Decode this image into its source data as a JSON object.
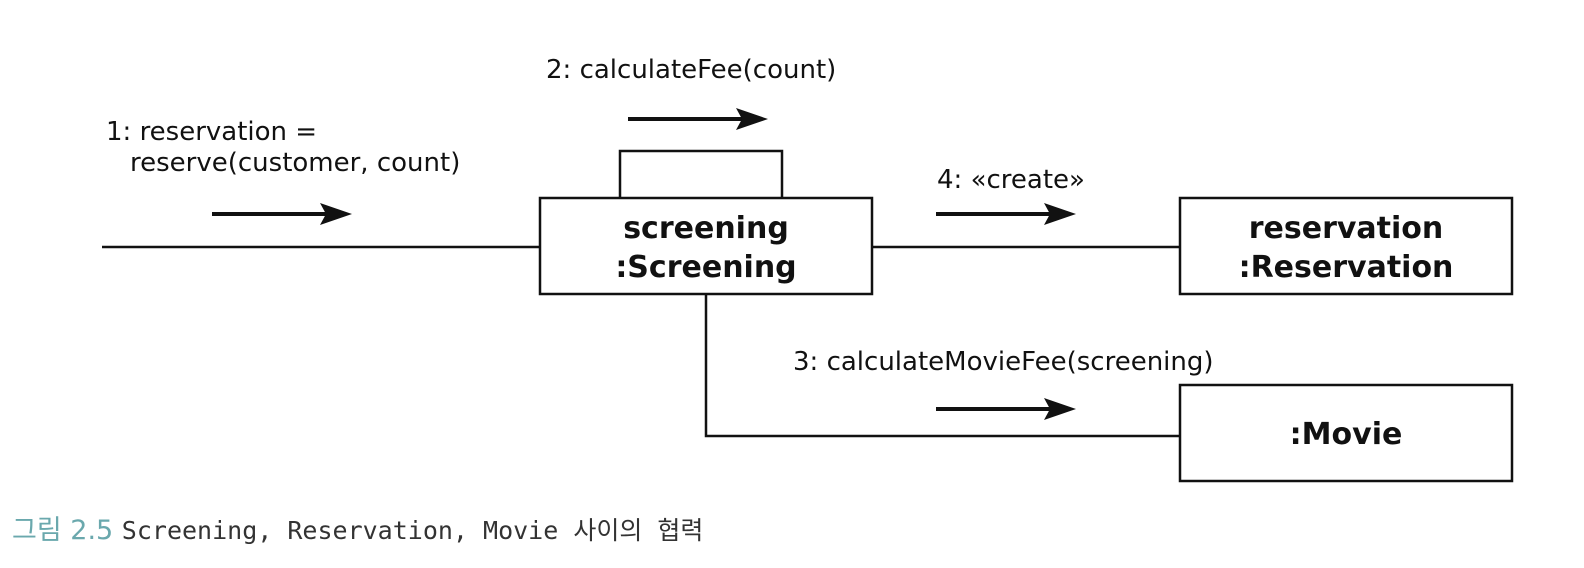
{
  "objects": {
    "screening": {
      "line1": "screening",
      "line2": ":Screening"
    },
    "reservation": {
      "line1": "reservation",
      "line2": ":Reservation"
    },
    "movie": {
      "line1": ":Movie"
    }
  },
  "messages": {
    "m1": {
      "line1": "1: reservation =",
      "line2": "reserve(customer, count)"
    },
    "m2": "2: calculateFee(count)",
    "m3": "3: calculateMovieFee(screening)",
    "m4": "4: «create»"
  },
  "caption": {
    "label": "그림 2.5",
    "text": "Screening, Reservation, Movie 사이의 협력"
  }
}
